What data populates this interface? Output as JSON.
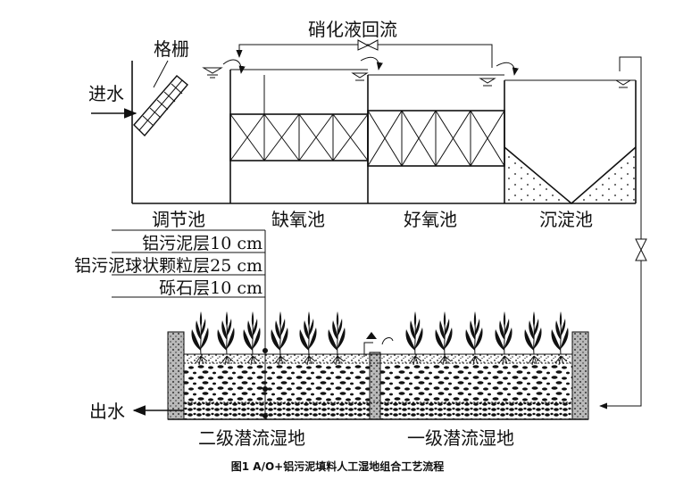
{
  "labels": {
    "grating": "格栅",
    "nitrate_reflux": "硝化液回流",
    "inflow": "进水",
    "outflow": "出水",
    "tank_regulating": "调节池",
    "tank_anoxic": "缺氧池",
    "tank_aerobic": "好氧池",
    "tank_settling": "沉淀池",
    "layer_top": "铝污泥层10 cm",
    "layer_middle": "铝污泥球状颗粒层25 cm",
    "layer_bottom": "砾石层10 cm",
    "wetland_secondary": "二级潜流湿地",
    "wetland_primary": "一级潜流湿地"
  },
  "caption": "图1   A/O+铝污泥填料人工湿地组合工艺流程",
  "colors": {
    "ink": "#111111",
    "background": "#ffffff"
  }
}
